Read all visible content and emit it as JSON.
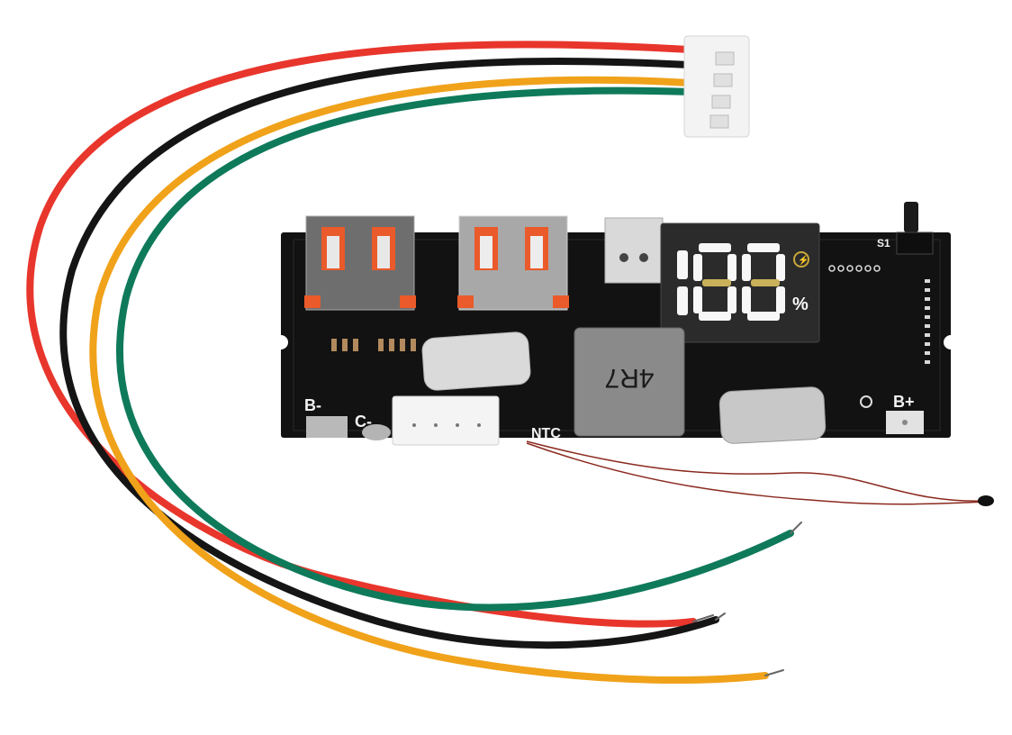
{
  "scene": {
    "subject": "Power bank charging module PCB with LED percentage display",
    "background_color": "#ffffff"
  },
  "display": {
    "digits": "188",
    "percent_symbol": "%",
    "mid_segment_color": "#c9b15a",
    "charge_indicator_icon": "lightning-circle-icon"
  },
  "pcb_labels": {
    "b_minus": "B-",
    "c_minus": "C-",
    "ntc": "NTC",
    "b_plus": "B+",
    "switch": "S1",
    "inductor_marking": "4R7"
  },
  "components": {
    "usb_a_ports": 2,
    "usb_c_ports": 1,
    "capacitors": 2,
    "connector_pins": 4
  },
  "wires": [
    {
      "name": "red",
      "color": "#e8362c"
    },
    {
      "name": "black",
      "color": "#151515"
    },
    {
      "name": "yellow",
      "color": "#f0a21a"
    },
    {
      "name": "green",
      "color": "#0f7a5a"
    }
  ],
  "colors": {
    "pcb": "#121212",
    "usb_metal": "#9d9d9d",
    "usb_tab": "#ea5a2a",
    "connector": "#f2f2f2",
    "thermistor_wire": "#8b2a1f"
  }
}
